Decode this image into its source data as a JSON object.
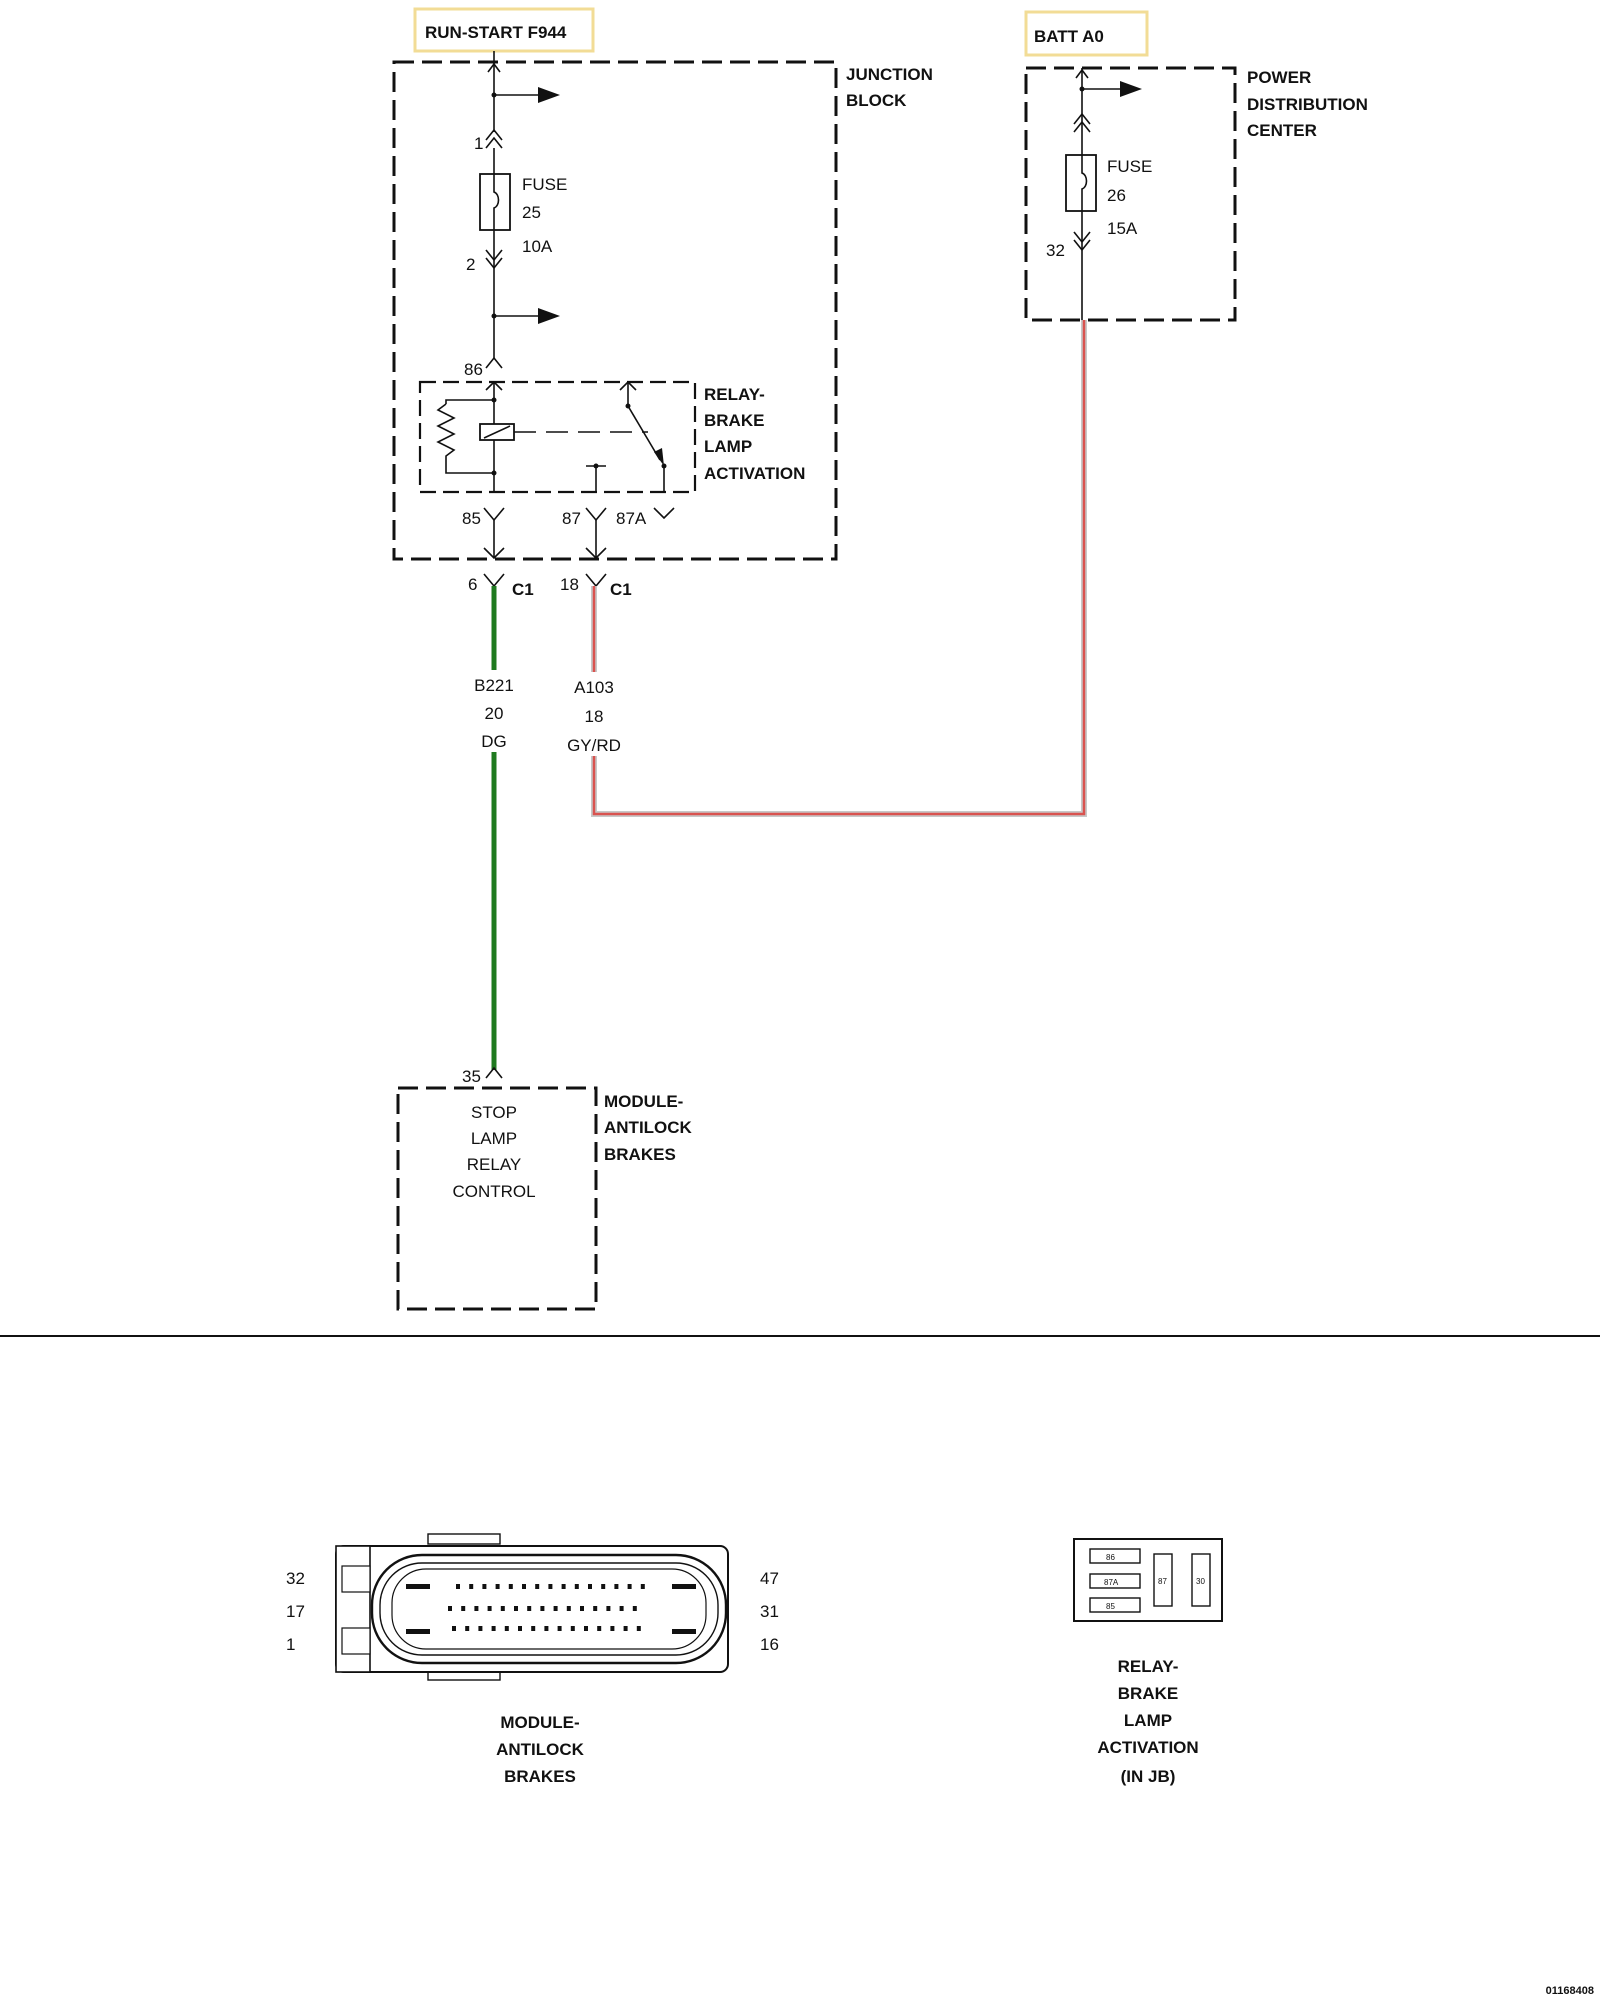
{
  "top_tags": {
    "run_start": "RUN-START F944",
    "batt": "BATT A0"
  },
  "junction_block": {
    "title_line1": "JUNCTION",
    "title_line2": "BLOCK",
    "fuse_label": "FUSE",
    "fuse_number": "25",
    "fuse_rating": "10A",
    "pin_in": "1",
    "pin_out": "2",
    "relay_pin_86": "86",
    "relay_pin_85": "85",
    "relay_pin_87": "87",
    "relay_pin_87a": "87A"
  },
  "relay": {
    "line1": "RELAY-",
    "line2": "BRAKE",
    "line3": "LAMP",
    "line4": "ACTIVATION"
  },
  "pdc": {
    "line1": "POWER",
    "line2": "DISTRIBUTION",
    "line3": "CENTER",
    "fuse_label": "FUSE",
    "fuse_number": "26",
    "fuse_rating": "15A",
    "pin": "32"
  },
  "connectors": {
    "left_pin": "6",
    "left_name": "C1",
    "right_pin": "18",
    "right_name": "C1"
  },
  "wires": {
    "green": {
      "circuit": "B221",
      "gauge": "20",
      "color_code": "DG",
      "color": "#1f7a1f"
    },
    "red": {
      "circuit": "A103",
      "gauge": "18",
      "color_code": "GY/RD",
      "color": "#d9534f",
      "secondary": "#c8c8c8"
    }
  },
  "abs_module": {
    "pin": "35",
    "inner1": "STOP",
    "inner2": "LAMP",
    "inner3": "RELAY",
    "inner4": "CONTROL",
    "title1": "MODULE-",
    "title2": "ANTILOCK",
    "title3": "BRAKES"
  },
  "connector_views": {
    "abs": {
      "left_pins": [
        "32",
        "17",
        "1"
      ],
      "right_pins": [
        "47",
        "31",
        "16"
      ],
      "caption1": "MODULE-",
      "caption2": "ANTILOCK",
      "caption3": "BRAKES"
    },
    "relay": {
      "slot_86": "86",
      "slot_87a": "87A",
      "slot_85": "85",
      "slot_87": "87",
      "slot_30": "30",
      "caption1": "RELAY-",
      "caption2": "BRAKE",
      "caption3": "LAMP",
      "caption4": "ACTIVATION",
      "caption5": "(IN JB)"
    }
  },
  "figure_id": "01168408"
}
